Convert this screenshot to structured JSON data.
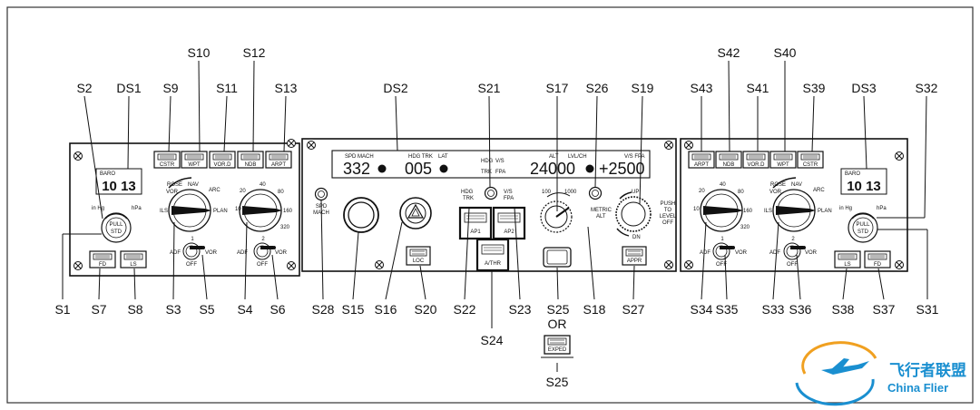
{
  "panels": {
    "efis_left": {
      "baro_label": "BARO",
      "baro_value": "10 13",
      "unit_inhg": "in Hg",
      "unit_hpa": "hPa",
      "pull_std": [
        "PULL",
        "STD"
      ],
      "buttons": [
        "CSTR",
        "WPT",
        "VOR.D",
        "NDB",
        "ARPT"
      ],
      "fd": "FD",
      "ls": "LS",
      "mode_labels": {
        "rose": "ROSE",
        "vor": "VOR",
        "nav": "NAV",
        "arc": "ARC",
        "plan": "PLAN",
        "ils": "ILS"
      },
      "range_labels": [
        "10",
        "20",
        "40",
        "80",
        "160",
        "320"
      ],
      "adf_vor_1": {
        "adf": "ADF",
        "num": "1",
        "vor": "VOR",
        "off": "OFF"
      },
      "adf_vor_2": {
        "adf": "ADF",
        "num": "2",
        "vor": "VOR",
        "off": "OFF"
      }
    },
    "fcu": {
      "spd_mach": "SPD MACH",
      "hdg_trk": "HDG TRK",
      "lat": "LAT",
      "hdg_vs": "HDG",
      "vs": "V/S",
      "trk": "TRK",
      "fpa": "FPA",
      "alt": "ALT",
      "lvl_ch": "LVL/CH",
      "vs_fpa": "V/S FPA",
      "spd_value": "332",
      "hdg_value": "005",
      "alt_value": "24000",
      "vs_value": "+2500",
      "spd_mach_btn": [
        "SPD",
        "MACH"
      ],
      "hdg_trk_btn": [
        "HDG",
        "TRK"
      ],
      "vs_fpa_btn": [
        "V/S",
        "FPA"
      ],
      "loc": "LOC",
      "ap1": "AP1",
      "ap2": "AP2",
      "athr": "A/THR",
      "appr": "APPR",
      "expedite": "EXPED",
      "alt_scale": [
        "100",
        "1000"
      ],
      "metric": [
        "METRIC",
        "ALT"
      ],
      "up": "UP",
      "dn": "DN",
      "push_level_off": [
        "PUSH",
        "TO",
        "LEVEL",
        "OFF"
      ]
    },
    "efis_right": {
      "baro_label": "BARO",
      "baro_value": "10 13",
      "unit_inhg": "in Hg",
      "unit_hpa": "hPa",
      "pull_std": [
        "PULL",
        "STD"
      ],
      "buttons": [
        "ARPT",
        "NDB",
        "VOR.D",
        "WPT",
        "CSTR"
      ],
      "ls": "LS",
      "fd": "FD",
      "mode_labels": {
        "rose": "ROSE",
        "vor": "VOR",
        "nav": "NAV",
        "arc": "ARC",
        "plan": "PLAN",
        "ils": "ILS"
      },
      "range_labels": [
        "10",
        "20",
        "40",
        "80",
        "160",
        "320"
      ],
      "adf_vor_1": {
        "adf": "ADF",
        "num": "1",
        "vor": "VOR",
        "off": "OFF"
      },
      "adf_vor_2": {
        "adf": "ADF",
        "num": "2",
        "vor": "VOR",
        "off": "OFF"
      }
    }
  },
  "callouts": {
    "top": [
      "S2",
      "DS1",
      "S9",
      "S11",
      "S13",
      "S10",
      "S12",
      "DS2",
      "S21",
      "S17",
      "S26",
      "S19",
      "S43",
      "S41",
      "S39",
      "S42",
      "S40",
      "DS3",
      "S32"
    ],
    "bottom": [
      "S1",
      "S7",
      "S8",
      "S3",
      "S5",
      "S4",
      "S6",
      "S28",
      "S15",
      "S16",
      "S20",
      "S22",
      "S23",
      "S25",
      "S18",
      "S27",
      "S34",
      "S35",
      "S33",
      "S36",
      "S38",
      "S37",
      "S31"
    ],
    "lower": [
      "S24",
      "OR",
      "S25"
    ]
  },
  "watermark": {
    "cn": "飞行者联盟",
    "en": "China Flier"
  }
}
